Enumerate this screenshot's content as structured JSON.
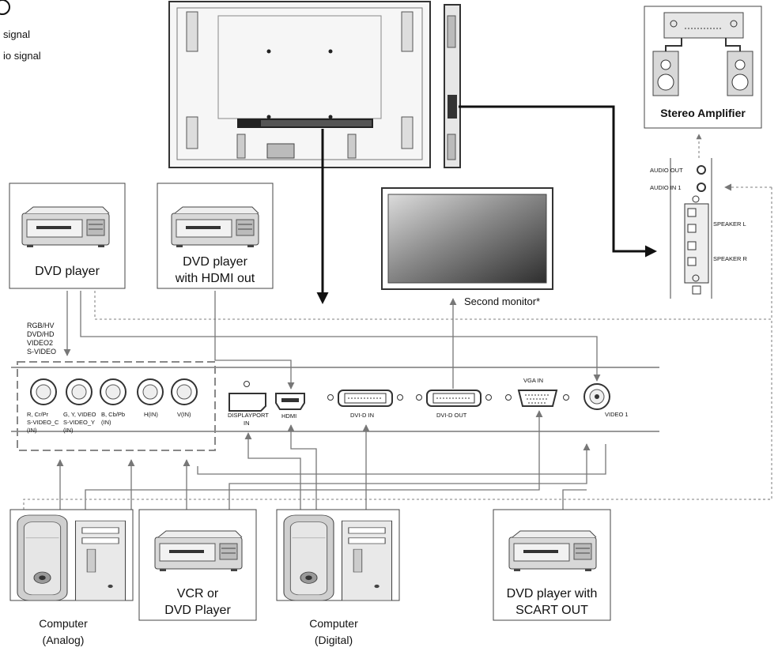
{
  "legend": {
    "line1": "signal",
    "line2": "io signal"
  },
  "devices": {
    "dvd_player": {
      "label": "DVD player"
    },
    "dvd_player_hdmi": {
      "line1": "DVD player",
      "line2": "with HDMI out"
    },
    "stereo_amplifier": {
      "label": "Stereo Amplifier"
    },
    "second_monitor": {
      "label": "Second monitor*"
    },
    "computer_analog": {
      "line1": "Computer",
      "line2": "(Analog)"
    },
    "vcr_dvd": {
      "line1": "VCR or",
      "line2": "DVD Player"
    },
    "computer_digital": {
      "line1": "Computer",
      "line2": "(Digital)"
    },
    "dvd_scart": {
      "line1": "DVD player with",
      "line2": "SCART OUT"
    }
  },
  "terminal_panel": {
    "group_label": [
      "RGB/HV",
      "DVD/HD",
      "VIDEO2",
      "S-VIDEO"
    ],
    "bnc_labels": [
      [
        "R, Cr/Pr",
        "S-VIDEO_C",
        "(IN)"
      ],
      [
        "G, Y, VIDEO",
        "S-VIDEO_Y",
        "(IN)"
      ],
      [
        "B, Cb/Pb",
        "(IN)"
      ],
      [
        "H(IN)"
      ],
      [
        "V(IN)"
      ]
    ],
    "displayport": [
      "DISPLAYPORT",
      "IN"
    ],
    "hdmi": "HDMI",
    "dvid_in": "DVI-D IN",
    "dvid_out": "DVI-D OUT",
    "vga_in": "VGA IN",
    "video1": "VIDEO 1"
  },
  "audio_panel": {
    "audio_out": "AUDIO OUT",
    "audio_in": "AUDIO IN 1",
    "speaker_l": "SPEAKER L",
    "speaker_r": "SPEAKER R"
  }
}
